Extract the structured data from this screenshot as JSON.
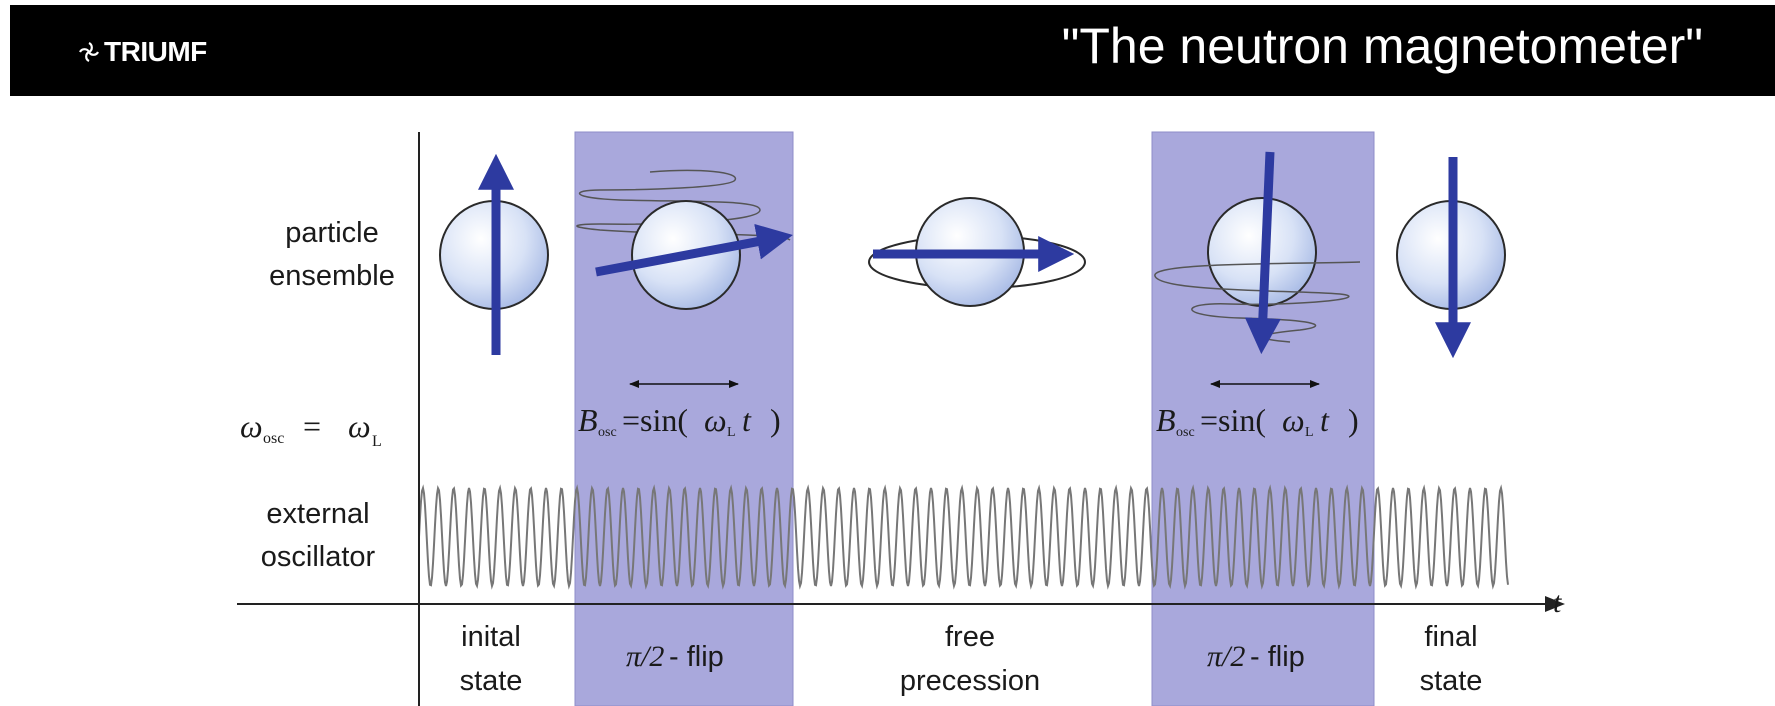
{
  "header": {
    "logo_text": "TRIUMF",
    "title": "\"The neutron magnetometer\""
  },
  "row_labels": {
    "particle_line1": "particle",
    "particle_line2": "ensemble",
    "omega_sym": "ω",
    "omega_sub": "osc",
    "omega_eq": "=",
    "omega_rhs": "ω",
    "omega_rhs_sub": "L",
    "external_line1": "external",
    "external_line2": "oscillator"
  },
  "bfield": {
    "b_sym": "B",
    "b_sub": "osc",
    "eq_sin": "=sin(",
    "omega": "ω",
    "omega_sub": "L",
    "t": "t",
    "close": ")"
  },
  "axis_label": "t",
  "stages": [
    {
      "line1": "inital",
      "line2": "state"
    },
    {
      "line1": "π/2",
      "line2": " - flip"
    },
    {
      "line1": "free",
      "line2": "precession"
    },
    {
      "line1": "π/2",
      "line2": " - flip"
    },
    {
      "line1": "final",
      "line2": "state"
    }
  ],
  "colors": {
    "header_bg": "#000000",
    "band_fill": "#a9a8dc",
    "arrow_blue": "#2d3aa0",
    "sphere_edge": "#2a2a2a",
    "wave": "#777777"
  },
  "icons": [
    "triumf-logo-icon",
    "spin-arrow-icon",
    "sphere-icon",
    "double-arrow-icon",
    "time-axis-arrow-icon"
  ]
}
